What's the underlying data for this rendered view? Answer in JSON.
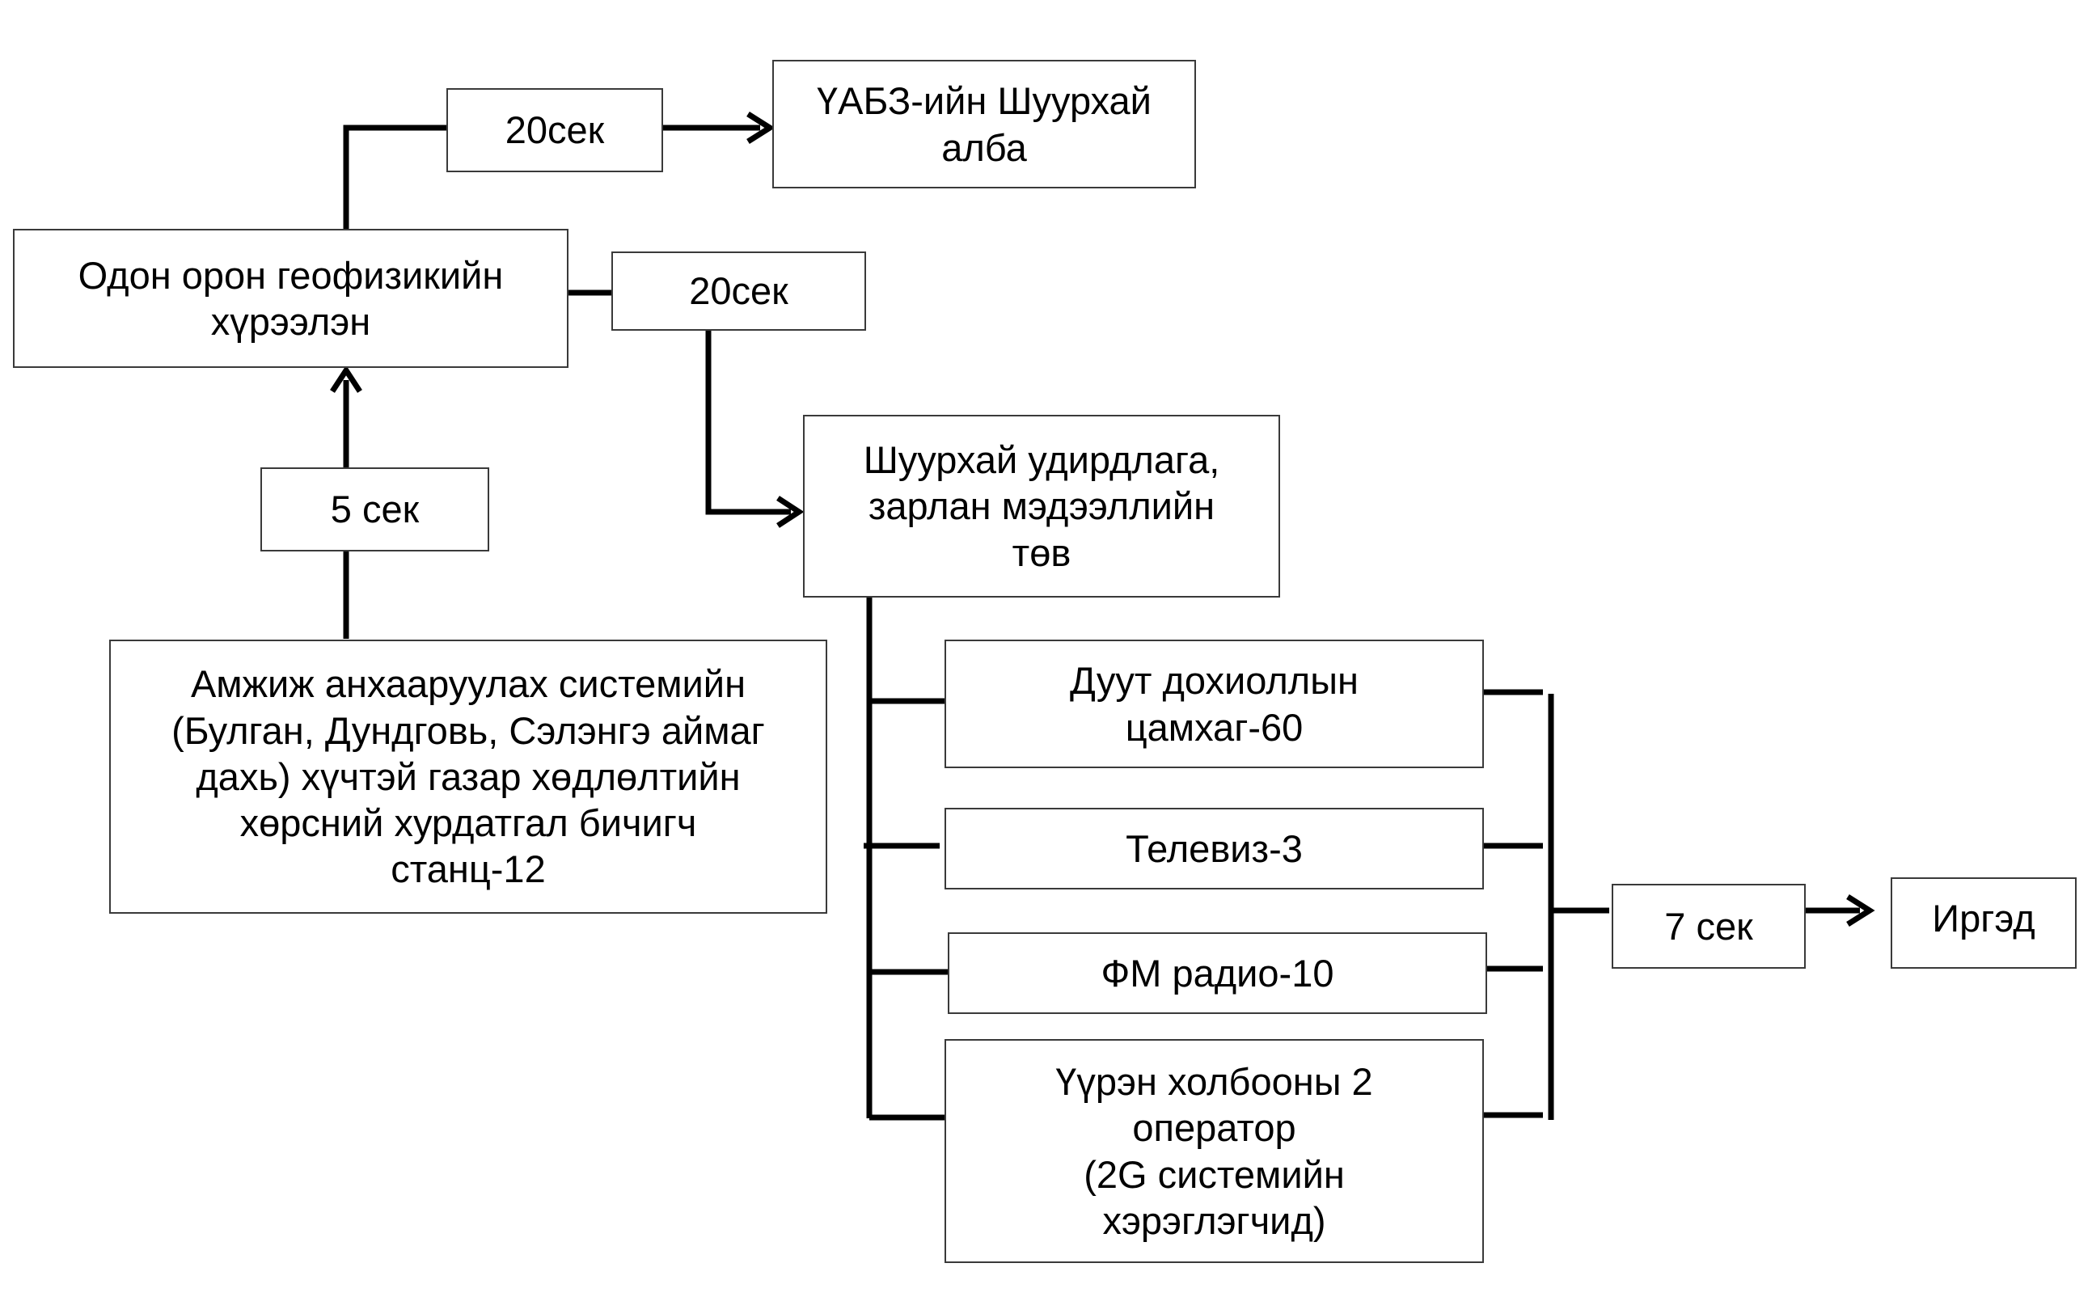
{
  "diagram": {
    "nodes": {
      "uabz": "ҮАБЗ-ийн Шуурхай\nалба",
      "timer_top": "20сек",
      "institute": "Одон орон геофизикийн\nхүрээлэн",
      "timer_mid": "20сек",
      "timer_5": "5 сек",
      "operations_center": "Шуурхай удирдлага,\nзарлан мэдээллийн\nтөв",
      "monitoring": "Амжиж анхааруулах системийн\n(Булган, Дундговь, Сэлэнгэ аймаг\nдахь) хүчтэй газар хөдлөлтийн\nхөрсний хурдатгал бичигч\nстанц-12",
      "sirens": "Дуут дохиоллын\nцамхаг-60",
      "tv": "Телевиз-3",
      "fm": "ФМ радио-10",
      "mobile": "Үүрэн холбооны 2\nоператор\n(2G системийн\nхэрэглэгчид)",
      "timer_7": "7 сек",
      "citizens": "Иргэд"
    },
    "line_color": "#000000",
    "border_color": "#3a3a3a"
  }
}
